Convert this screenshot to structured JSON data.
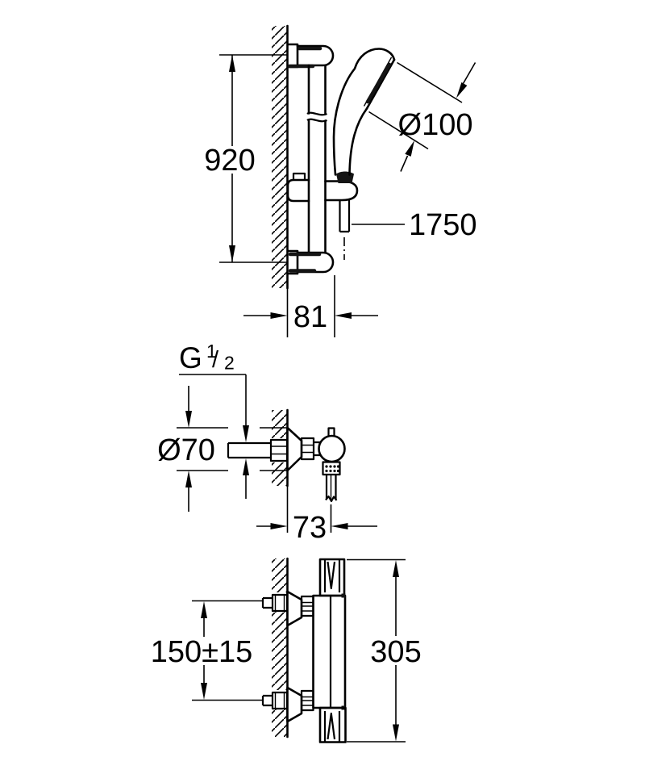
{
  "views": {
    "rail": {
      "rail_height": "920",
      "head_diameter": "Ø100",
      "hose_length": "1750",
      "bracket_depth": "81"
    },
    "mixer_side": {
      "thread_letter": "G",
      "thread_num": "1",
      "thread_slash": "/",
      "thread_den": "2",
      "rosette_diameter": "Ø70",
      "depth": "73"
    },
    "mixer_front": {
      "inlet_distance": "150±15",
      "total_height": "305"
    }
  },
  "colors": {
    "line": "#000000",
    "background": "#ffffff",
    "shading": "#141414"
  }
}
